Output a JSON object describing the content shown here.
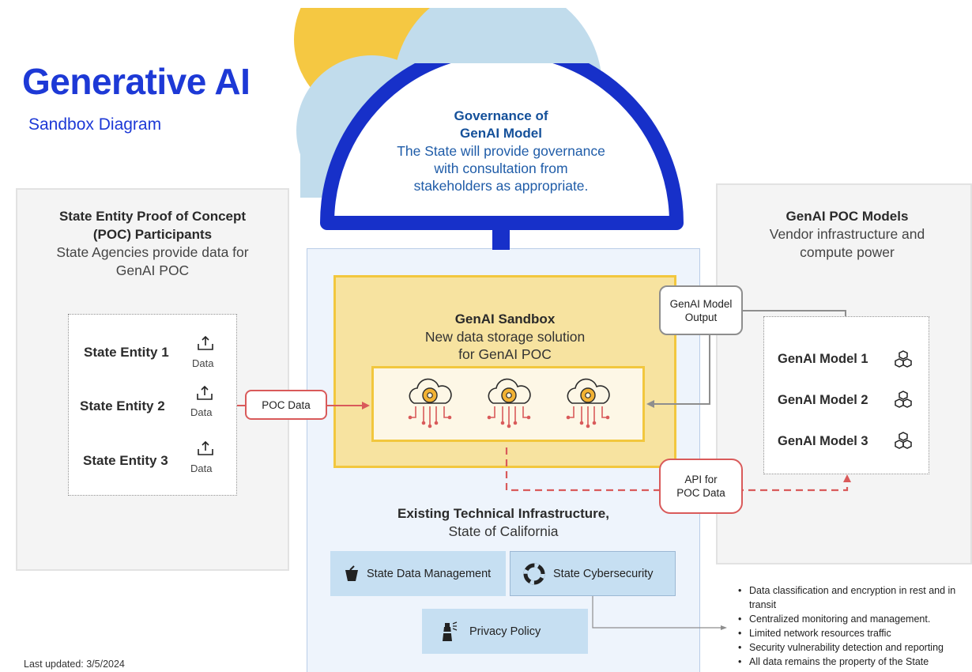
{
  "header": {
    "title": "Generative AI",
    "subtitle": "Sandbox Diagram"
  },
  "governance": {
    "title_line1": "Governance of",
    "title_line2": "GenAI Model",
    "text_line1": "The State will provide governance",
    "text_line2": "with consultation from",
    "text_line3": "stakeholders as appropriate."
  },
  "left_panel": {
    "title_line1": "State Entity Proof of Concept",
    "title_line2": "(POC) Participants",
    "text_line1": "State Agencies provide data for",
    "text_line2": "GenAI POC",
    "entities": [
      {
        "label": "State Entity 1",
        "data_label": "Data"
      },
      {
        "label": "State Entity 2",
        "data_label": "Data"
      },
      {
        "label": "State Entity 3",
        "data_label": "Data"
      }
    ]
  },
  "poc_data_label": "POC Data",
  "sandbox": {
    "title": "GenAI Sandbox",
    "text_line1": "New data storage solution",
    "text_line2": "for GenAI POC"
  },
  "right_panel": {
    "title": "GenAI POC Models",
    "text_line1": "Vendor infrastructure and",
    "text_line2": "compute power",
    "models": [
      "GenAI Model 1",
      "GenAI Model 2",
      "GenAI Model 3"
    ]
  },
  "model_output": {
    "line1": "GenAI Model",
    "line2": "Output"
  },
  "api": {
    "line1": "API for",
    "line2": "POC Data"
  },
  "infrastructure": {
    "title": "Existing Technical Infrastructure,",
    "subtitle": "State of California"
  },
  "services": {
    "data_management": "State Data Management",
    "cybersecurity": "State Cybersecurity",
    "privacy": "Privacy Policy"
  },
  "bullets": [
    "Data classification and encryption in rest and in transit",
    "Centralized monitoring and management.",
    "Limited network resources traffic",
    "Security vulnerability detection and reporting",
    "All data remains the property of the State"
  ],
  "footer": {
    "last_updated": "Last updated: 3/5/2024"
  },
  "colors": {
    "brand_blue": "#1d39d6",
    "governance_navy": "#1730c9",
    "sandbox_yellow": "#f2c73e",
    "data_red": "#d95a5a",
    "cloud_blue": "#c1dcec",
    "sun_yellow": "#f5c842",
    "service_blue": "#c6dff2"
  },
  "icons": {
    "entity": "upload-data-icon",
    "model": "cubes-icon",
    "sandbox_node": "cloud-gear-network-icon",
    "data_management": "bucket-icon",
    "cybersecurity": "lifebuoy-icon",
    "privacy": "lighthouse-icon"
  }
}
